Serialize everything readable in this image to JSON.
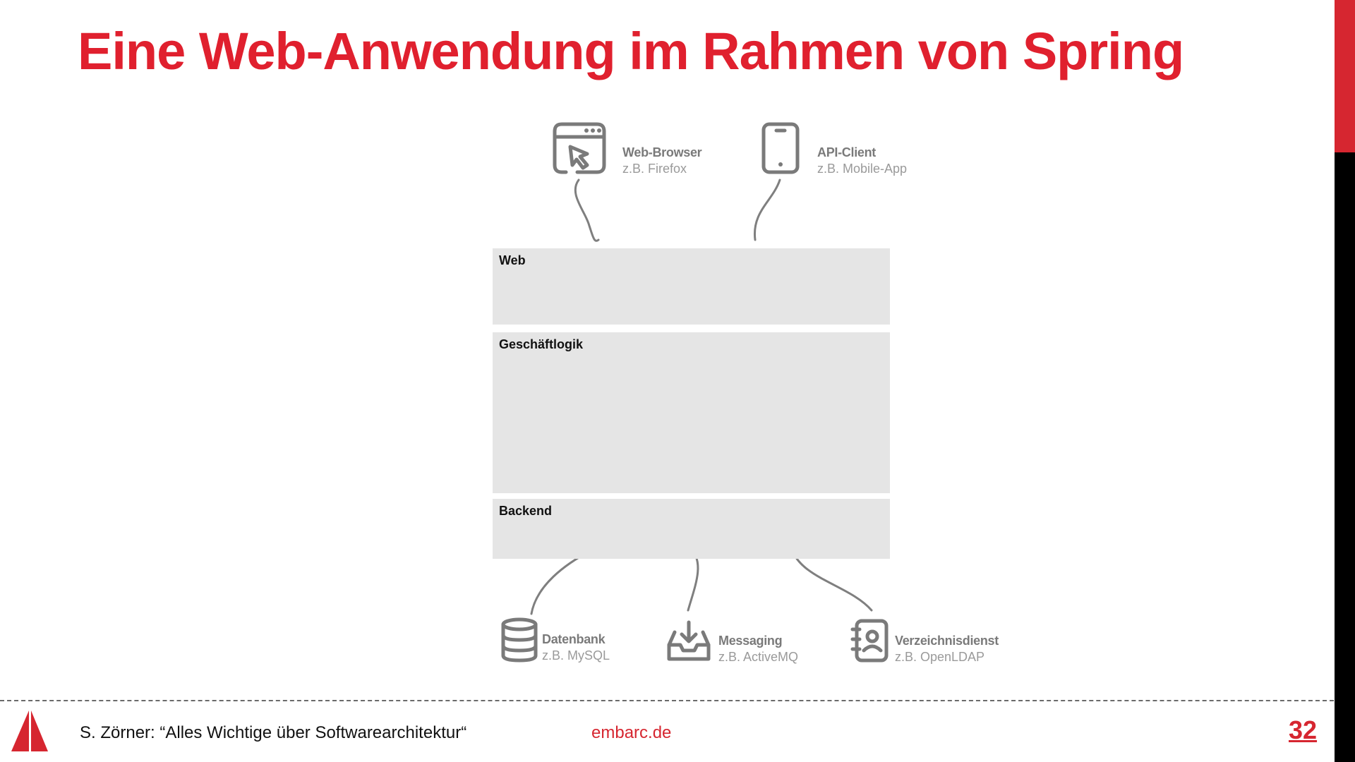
{
  "slide": {
    "title": "Eine Web-Anwendung im Rahmen von Spring",
    "accent_color": "#e0202e"
  },
  "clients": [
    {
      "icon": "browser-cursor-icon",
      "name": "Web-Browser",
      "example": "z.B. Firefox"
    },
    {
      "icon": "smartphone-icon",
      "name": "API-Client",
      "example": "z.B. Mobile-App"
    }
  ],
  "layers": [
    {
      "label": "Web"
    },
    {
      "label": "Geschäftlogik"
    },
    {
      "label": "Backend"
    }
  ],
  "backends": [
    {
      "icon": "database-icon",
      "name": "Datenbank",
      "example": "z.B. MySQL"
    },
    {
      "icon": "inbox-download-icon",
      "name": "Messaging",
      "example": "z.B. ActiveMQ"
    },
    {
      "icon": "address-book-icon",
      "name": "Verzeichnisdienst",
      "example": "z.B. OpenLDAP"
    }
  ],
  "footer": {
    "citation": "S. Zörner: “Alles Wichtige über Softwarearchitektur“",
    "website": "embarc.de",
    "page_number": "32",
    "logo_icon": "embarc-sail-logo-icon"
  }
}
